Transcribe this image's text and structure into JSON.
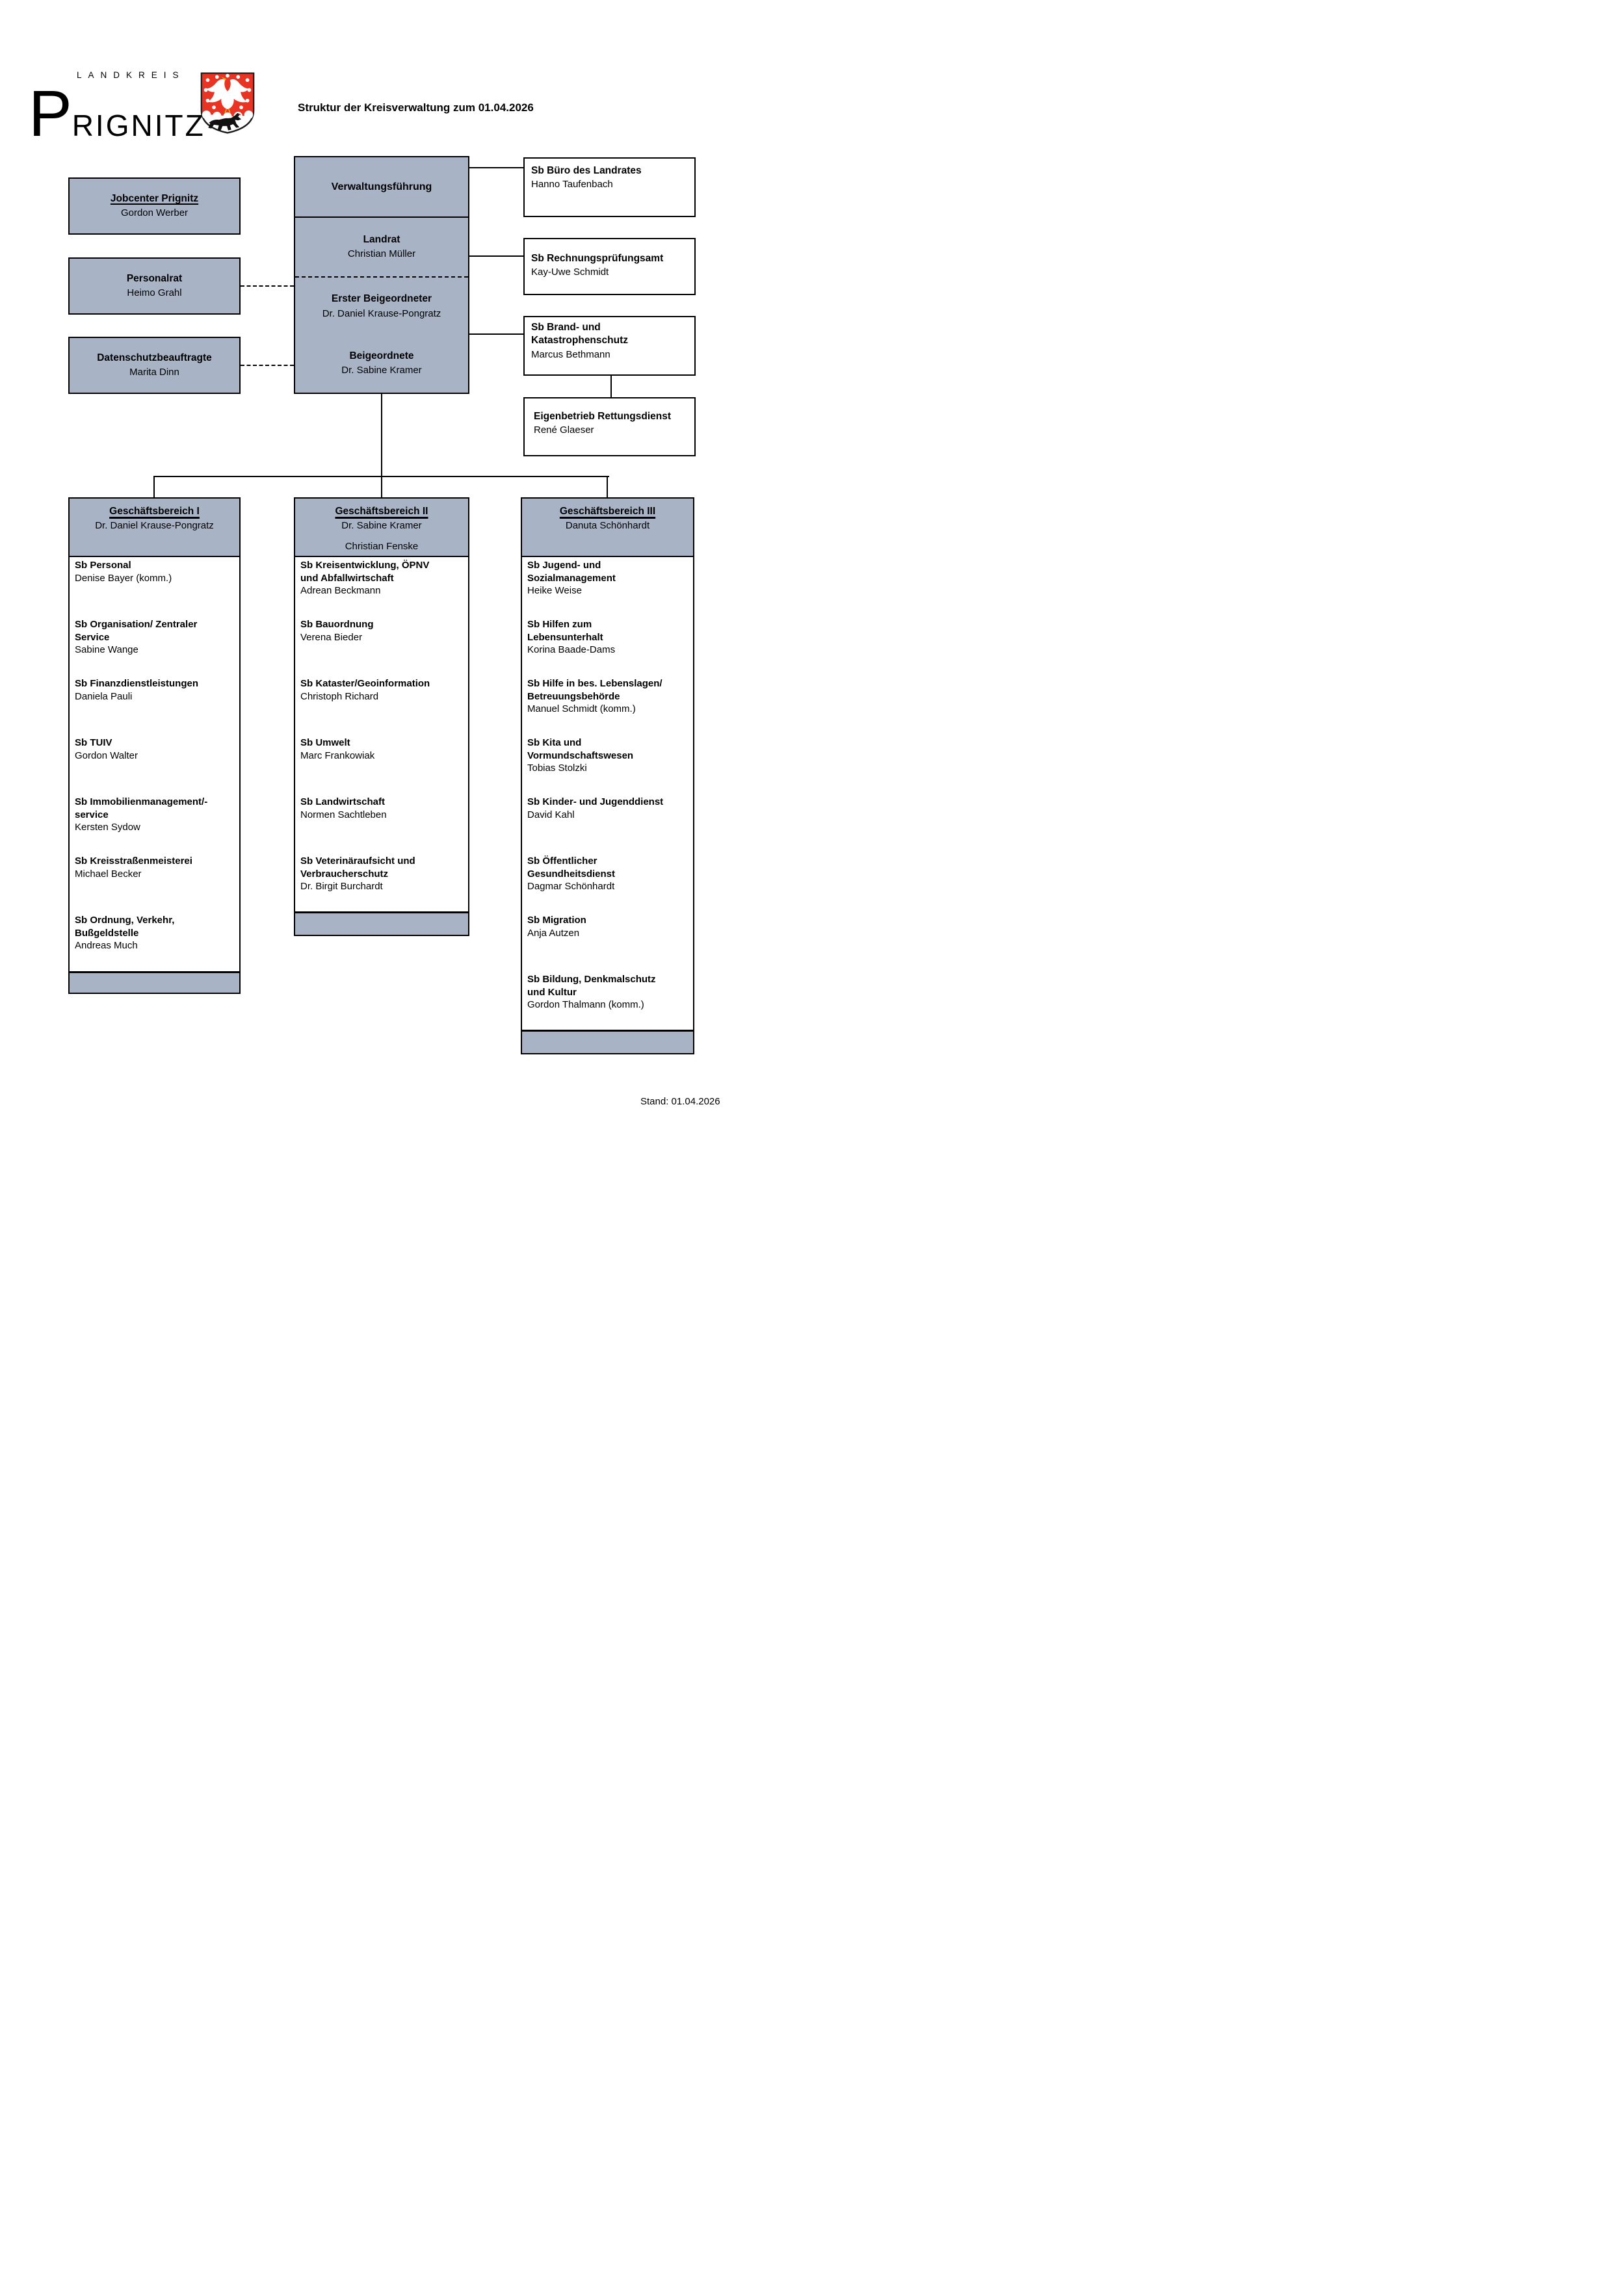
{
  "logo": {
    "landkreis": "LANDKREIS",
    "prignitz": "PRIGNITZ"
  },
  "title": "Struktur der Kreisverwaltung zum 01.04.2026",
  "leadership": {
    "header": "Verwaltungsführung",
    "sections": [
      {
        "role": "Landrat",
        "name": "Christian Müller"
      },
      {
        "role": "Erster Beigeordneter",
        "name": "Dr. Daniel Krause-Pongratz"
      },
      {
        "role": "Beigeordnete",
        "name": "Dr. Sabine Kramer"
      }
    ]
  },
  "left_boxes": [
    {
      "title": "Jobcenter Prignitz",
      "name": "Gordon Werber"
    },
    {
      "title": "Personalrat",
      "name": "Heimo Grahl"
    },
    {
      "title": "Datenschutzbeauftragte",
      "name": "Marita Dinn"
    }
  ],
  "right_boxes": [
    {
      "title": "Sb Büro des Landrates",
      "name": "Hanno Taufenbach"
    },
    {
      "title": "Sb Rechnungsprüfungsamt",
      "name": "Kay-Uwe Schmidt"
    },
    {
      "title": "Sb Brand- und\nKatastrophenschutz",
      "name": "Marcus Bethmann"
    },
    {
      "title": "Eigenbetrieb Rettungsdienst",
      "name": "René Glaeser"
    }
  ],
  "departments": [
    {
      "header": "Geschäftsbereich I",
      "lead": "Dr. Daniel Krause-Pongratz",
      "units": [
        {
          "title": "Sb Personal",
          "name": "Denise Bayer (komm.)"
        },
        {
          "title": "Sb Organisation/ Zentraler\nService",
          "name": "Sabine Wange"
        },
        {
          "title": "Sb Finanzdienstleistungen",
          "name": "Daniela Pauli"
        },
        {
          "title": "Sb TUIV",
          "name": "Gordon Walter"
        },
        {
          "title": "Sb Immobilienmanagement/-\nservice",
          "name": "Kersten Sydow"
        },
        {
          "title": "Sb Kreisstraßenmeisterei",
          "name": "Michael Becker"
        },
        {
          "title": "Sb Ordnung, Verkehr,\nBußgeldstelle",
          "name": "Andreas Much"
        }
      ]
    },
    {
      "header": "Geschäftsbereich II",
      "lead": "Dr. Sabine Kramer",
      "lead2": "Christian Fenske",
      "units": [
        {
          "title": "Sb Kreisentwicklung, ÖPNV\nund Abfallwirtschaft",
          "name": "Adrean Beckmann"
        },
        {
          "title": "Sb Bauordnung",
          "name": "Verena Bieder"
        },
        {
          "title": "Sb Kataster/Geoinformation",
          "name": "Christoph Richard"
        },
        {
          "title": "Sb Umwelt",
          "name": "Marc Frankowiak"
        },
        {
          "title": "Sb Landwirtschaft",
          "name": "Normen Sachtleben"
        },
        {
          "title": "Sb Veterinäraufsicht und\nVerbraucherschutz",
          "name": "Dr. Birgit Burchardt"
        }
      ]
    },
    {
      "header": "Geschäftsbereich III",
      "lead": "Danuta Schönhardt",
      "units": [
        {
          "title": "Sb Jugend- und\nSozialmanagement",
          "name": "Heike Weise"
        },
        {
          "title": "Sb Hilfen zum\nLebensunterhalt",
          "name": "Korina Baade-Dams"
        },
        {
          "title": "Sb Hilfe in bes. Lebenslagen/\nBetreuungsbehörde",
          "name": "Manuel Schmidt (komm.)"
        },
        {
          "title": "Sb Kita und\nVormundschaftswesen",
          "name": "Tobias Stolzki"
        },
        {
          "title": "Sb Kinder- und Jugenddienst",
          "name": "David Kahl"
        },
        {
          "title": "Sb Öffentlicher\nGesundheitsdienst",
          "name": "Dagmar Schönhardt"
        },
        {
          "title": "Sb Migration",
          "name": "Anja Autzen"
        },
        {
          "title": "Sb Bildung, Denkmalschutz\nund Kultur",
          "name": "Gordon Thalmann (komm.)"
        }
      ]
    }
  ],
  "footer": {
    "stand": "Stand: 01.04.2026"
  },
  "colors": {
    "box_fill": "#a8b4c6",
    "border": "#000000",
    "shield_red": "#e93323"
  }
}
